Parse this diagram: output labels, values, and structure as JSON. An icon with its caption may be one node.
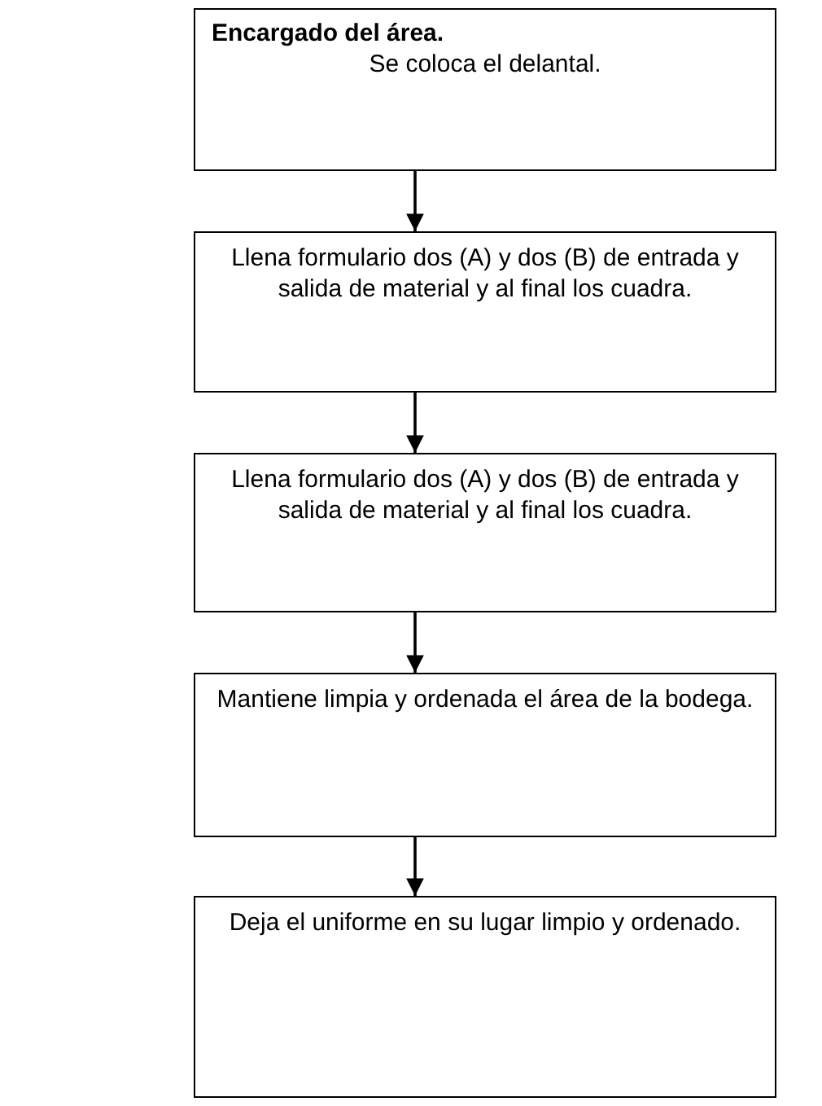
{
  "diagram": {
    "nodes": [
      {
        "text": [
          "Encargado del área.",
          "Se coloca el delantal."
        ]
      },
      {
        "text": [
          "Llena formulario dos (A) y dos (B) de entrada y salida de material y al final los cuadra."
        ]
      },
      {
        "text": [
          "Llena formulario dos (A) y dos (B) de entrada y salida de material y al final los cuadra."
        ]
      },
      {
        "text": [
          "Mantiene limpia y ordenada el área de la bodega."
        ]
      },
      {
        "text": [
          "Deja el uniforme en su lugar limpio y ordenado."
        ]
      }
    ],
    "edges": [
      {
        "from": 0,
        "to": 1,
        "arrow": "to"
      },
      {
        "from": 1,
        "to": 2,
        "arrow": "to"
      },
      {
        "from": 2,
        "to": 3,
        "arrow": "to"
      },
      {
        "from": 3,
        "to": 4,
        "arrow": "to"
      }
    ]
  }
}
